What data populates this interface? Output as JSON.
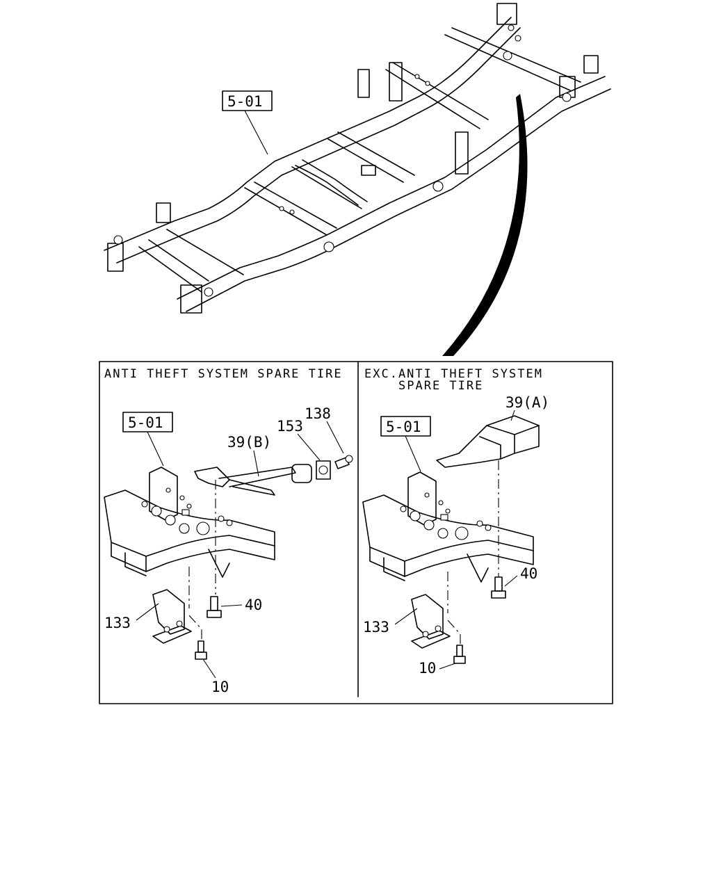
{
  "overview": {
    "reference_label": "5-01"
  },
  "panels": [
    {
      "header_lines": [
        "ANTI THEFT SYSTEM SPARE TIRE"
      ],
      "reference_label": "5-01",
      "callouts": [
        "138",
        "153",
        "39(B)",
        "40",
        "133",
        "10"
      ]
    },
    {
      "header_lines": [
        "EXC.ANTI THEFT SYSTEM",
        "SPARE TIRE"
      ],
      "reference_label": "5-01",
      "callouts": [
        "39(A)",
        "40",
        "133",
        "10"
      ]
    }
  ]
}
